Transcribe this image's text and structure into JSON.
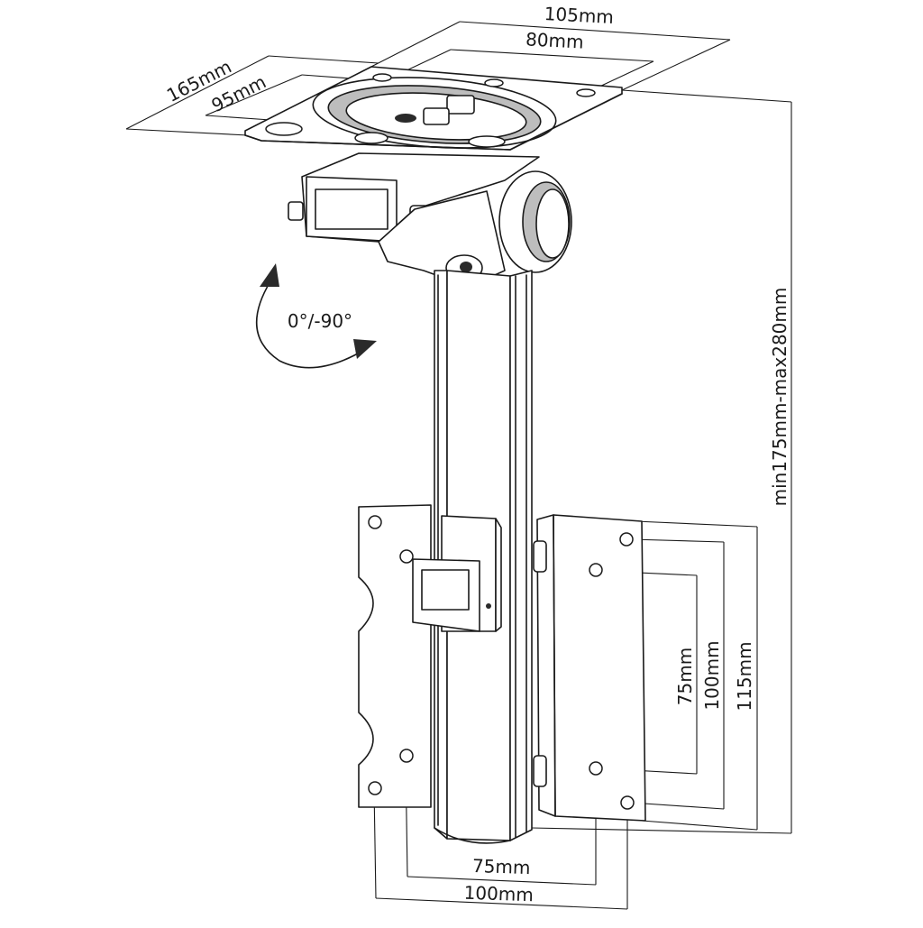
{
  "diagram": {
    "labels": {
      "plate_width_outer": "105mm",
      "plate_width_inner": "80mm",
      "plate_depth_outer": "165mm",
      "plate_depth_inner": "95mm",
      "tilt_range": "0°/-90°",
      "height_range": "min175mm-max280mm",
      "vesa_v_75": "75mm",
      "vesa_v_100": "100mm",
      "vesa_v_115": "115mm",
      "vesa_h_75": "75mm",
      "vesa_h_100": "100mm"
    }
  }
}
